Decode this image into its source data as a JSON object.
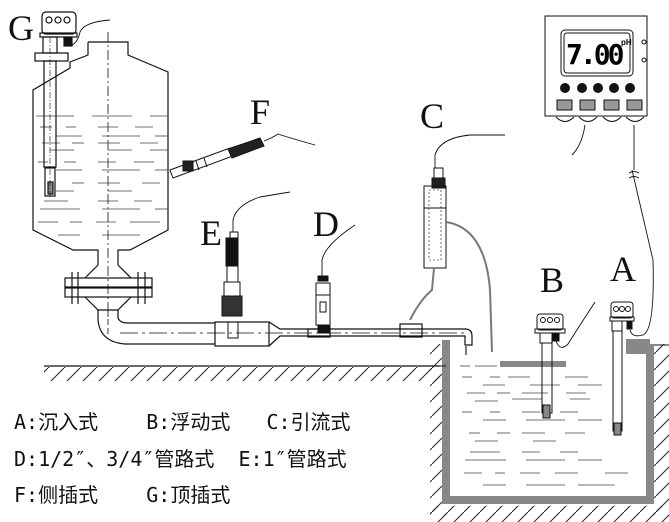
{
  "labels": {
    "A": "A",
    "B": "B",
    "C": "C",
    "D": "D",
    "E": "E",
    "F": "F",
    "G": "G"
  },
  "meter": {
    "reading": "7.00",
    "unit": "pH",
    "buttons": 5,
    "keys": 4
  },
  "legend": {
    "line1": "A:沉入式    B:浮动式   C:引流式",
    "line2": "D:1/2″、3/4″管路式  E:1″管路式",
    "line3": "F:侧插式    G:顶插式"
  },
  "colors": {
    "line": "#111111",
    "wall": "#888888",
    "tube": "#7a7a7a"
  }
}
